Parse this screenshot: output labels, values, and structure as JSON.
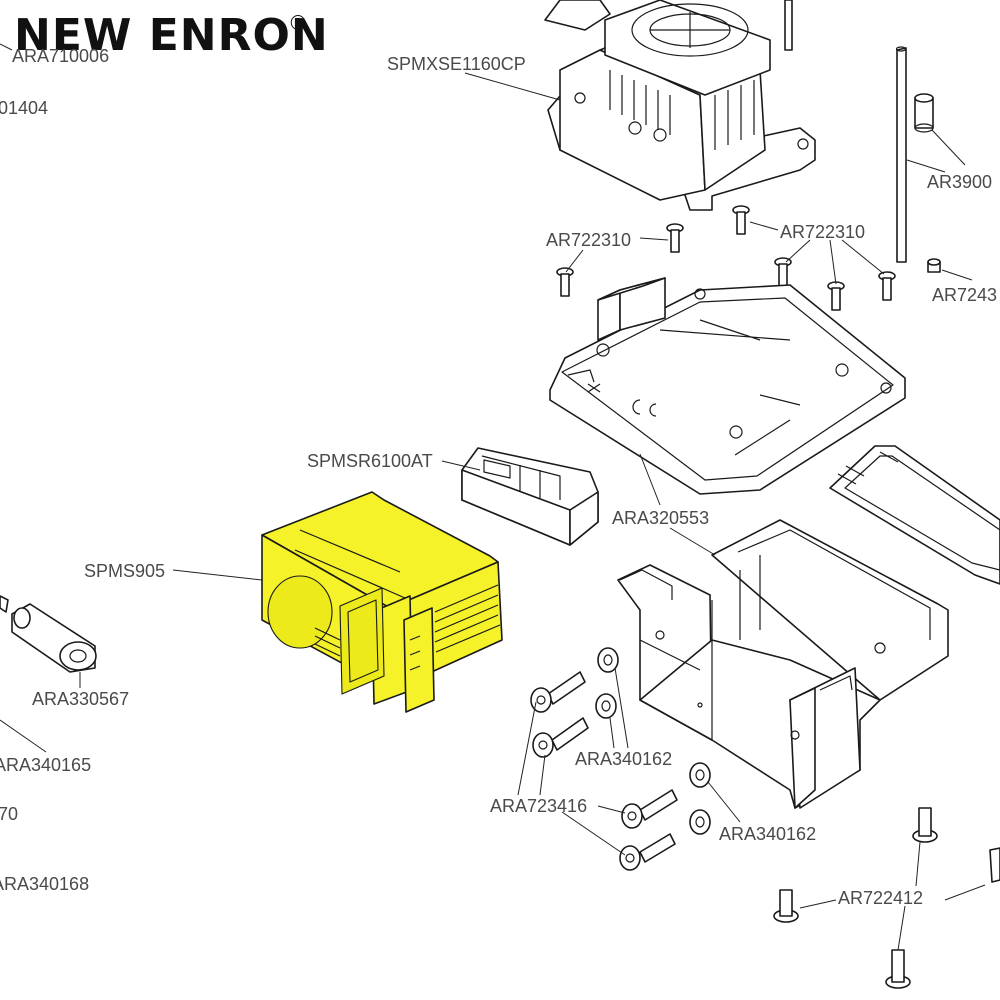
{
  "brand": {
    "name": "NEW ENRON",
    "mark": "®"
  },
  "highlight_color": "#f5f22a",
  "labels": {
    "ara710006": "ARA710006",
    "ara_01404": "01404",
    "spmxse1160cp": "SPMXSE1160CP",
    "ar390": "AR3900",
    "ar722310_a": "AR722310",
    "ar722310_b": "AR722310",
    "ar7243": "AR7243",
    "spmsr6100at": "SPMSR6100AT",
    "ara320553": "ARA320553",
    "spms905": "SPMS905",
    "ara330567": "ARA330567",
    "ara340165": "ARA340165",
    "ara340162_a": "ARA340162",
    "ara723416": "ARA723416",
    "ara340162_b": "ARA340162",
    "part_70": "70",
    "ara340168": "ARA340168",
    "ar722412": "AR722412"
  }
}
